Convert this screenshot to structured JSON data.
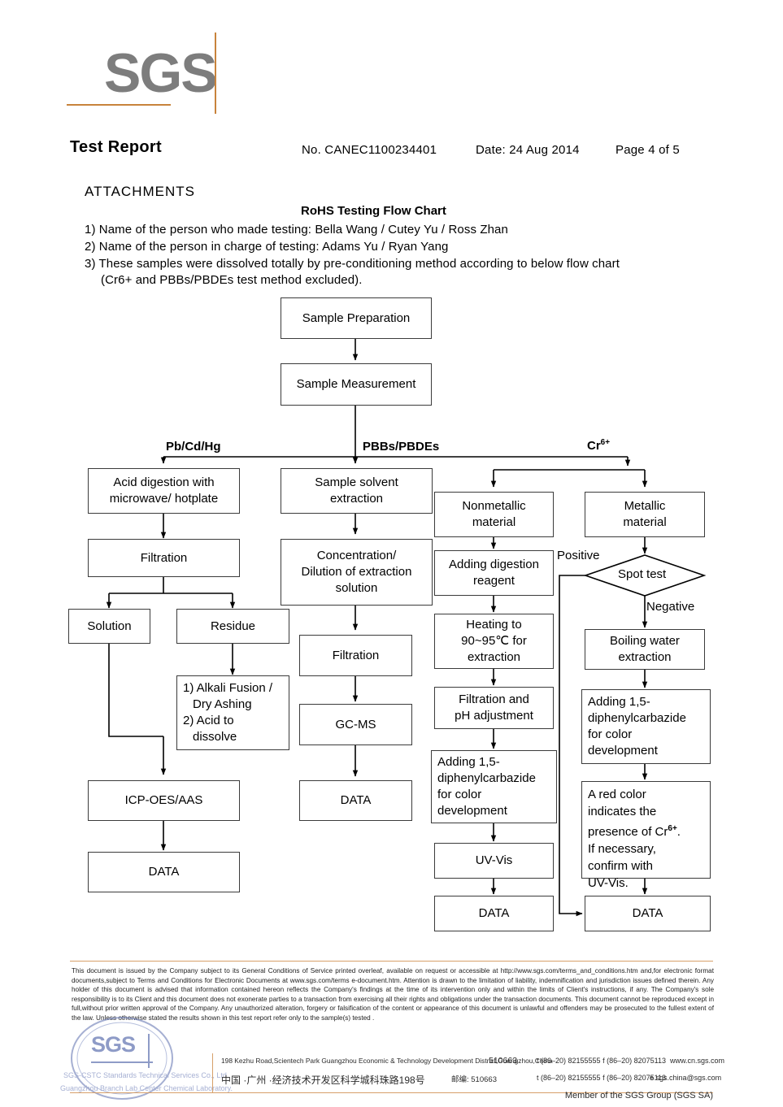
{
  "header": {
    "logo_text": "SGS",
    "title": "Test Report",
    "report_no": "No. CANEC1100234401",
    "date": "Date: 24  Aug  2014",
    "page": "Page 4 of 5"
  },
  "section": {
    "attachments_label": "ATTACHMENTS",
    "chart_title": "RoHS Testing Flow Chart",
    "notes": [
      "1) Name of the person who made testing: Bella Wang / Cutey Yu / Ross Zhan",
      "2) Name of the person in charge of testing: Adams Yu / Ryan Yang",
      "3) These samples were dissolved totally by pre-conditioning method according to below flow chart",
      "(Cr6+ and PBBs/PBDEs test method excluded)."
    ]
  },
  "chart_data": {
    "type": "diagram",
    "title": "RoHS Testing Flow Chart",
    "nodes": [
      {
        "id": "sample_preparation",
        "label": "Sample Preparation",
        "shape": "rect"
      },
      {
        "id": "sample_measurement",
        "label": "Sample Measurement",
        "shape": "rect"
      },
      {
        "id": "acid_digestion",
        "label": "Acid digestion with microwave/ hotplate",
        "shape": "rect"
      },
      {
        "id": "filtration_left",
        "label": "Filtration",
        "shape": "rect"
      },
      {
        "id": "solution",
        "label": "Solution",
        "shape": "rect"
      },
      {
        "id": "residue",
        "label": "Residue",
        "shape": "rect"
      },
      {
        "id": "alkali_fusion",
        "label": "1) Alkali Fusion / Dry Ashing 2) Acid to dissolve",
        "shape": "rect"
      },
      {
        "id": "icp_oes_aas",
        "label": "ICP-OES/AAS",
        "shape": "rect"
      },
      {
        "id": "data_left",
        "label": "DATA",
        "shape": "rect"
      },
      {
        "id": "solvent_extraction",
        "label": "Sample solvent extraction",
        "shape": "rect"
      },
      {
        "id": "concentration",
        "label": "Concentration/ Dilution of extraction solution",
        "shape": "rect"
      },
      {
        "id": "filtration_mid",
        "label": "Filtration",
        "shape": "rect"
      },
      {
        "id": "gc_ms",
        "label": "GC-MS",
        "shape": "rect"
      },
      {
        "id": "data_mid",
        "label": "DATA",
        "shape": "rect"
      },
      {
        "id": "nonmetallic",
        "label": "Nonmetallic material",
        "shape": "rect"
      },
      {
        "id": "digestion_reagent",
        "label": "Adding digestion reagent",
        "shape": "rect"
      },
      {
        "id": "heating",
        "label": "Heating to 90~95℃  for extraction",
        "shape": "rect"
      },
      {
        "id": "filtration_ph",
        "label": "Filtration and pH adjustment",
        "shape": "rect"
      },
      {
        "id": "dpc_nonmetal",
        "label": "Adding 1,5-diphenylcarbazide for color development",
        "shape": "rect"
      },
      {
        "id": "uv_vis",
        "label": "UV-Vis",
        "shape": "rect"
      },
      {
        "id": "data_nonmetal",
        "label": "DATA",
        "shape": "rect"
      },
      {
        "id": "metallic",
        "label": "Metallic material",
        "shape": "rect"
      },
      {
        "id": "spot_test",
        "label": "Spot test",
        "shape": "diamond"
      },
      {
        "id": "boiling_water",
        "label": "Boiling water extraction",
        "shape": "rect"
      },
      {
        "id": "dpc_metal",
        "label": "Adding 1,5-diphenylcarbazide for color development",
        "shape": "rect"
      },
      {
        "id": "red_color",
        "label": "A red color indicates the presence of Cr6+. If necessary, confirm with UV-Vis.",
        "shape": "rect"
      },
      {
        "id": "data_metal",
        "label": "DATA",
        "shape": "rect"
      }
    ],
    "branch_labels": [
      "Pb/Cd/Hg",
      "PBBs/PBDEs",
      "Cr6+"
    ],
    "edge_labels": [
      "Positive",
      "Negative"
    ],
    "edges": [
      "sample_preparation -> sample_measurement",
      "sample_measurement -> acid_digestion [Pb/Cd/Hg]",
      "sample_measurement -> solvent_extraction [PBBs/PBDEs]",
      "sample_measurement -> nonmetallic [Cr6+]",
      "sample_measurement -> metallic [Cr6+]",
      "acid_digestion -> filtration_left",
      "filtration_left -> solution",
      "filtration_left -> residue",
      "residue -> alkali_fusion",
      "solution -> icp_oes_aas",
      "alkali_fusion -> icp_oes_aas",
      "icp_oes_aas -> data_left",
      "solvent_extraction -> concentration",
      "concentration -> filtration_mid",
      "filtration_mid -> gc_ms",
      "gc_ms -> data_mid",
      "nonmetallic -> digestion_reagent",
      "digestion_reagent -> heating",
      "heating -> filtration_ph",
      "filtration_ph -> dpc_nonmetal",
      "dpc_nonmetal -> uv_vis",
      "uv_vis -> data_nonmetal",
      "metallic -> spot_test",
      "spot_test -> data_metal [Positive]",
      "spot_test -> boiling_water [Negative]",
      "boiling_water -> dpc_metal",
      "dpc_metal -> red_color",
      "red_color -> data_metal"
    ]
  },
  "boxes": {
    "sample_preparation": "Sample Preparation",
    "sample_measurement": "Sample Measurement",
    "acid_digestion_l1": "Acid digestion with",
    "acid_digestion_l2": "microwave/ hotplate",
    "filtration_left": "Filtration",
    "solution": "Solution",
    "residue": "Residue",
    "alkali_l1": "1) Alkali Fusion /",
    "alkali_l2": "Dry Ashing",
    "alkali_l3": "2) Acid to",
    "alkali_l4": "dissolve",
    "icp_oes_aas": "ICP-OES/AAS",
    "data_left": "DATA",
    "solvent_l1": "Sample solvent",
    "solvent_l2": "extraction",
    "concentration_l1": "Concentration/",
    "concentration_l2": "Dilution of extraction",
    "concentration_l3": "solution",
    "filtration_mid": "Filtration",
    "gc_ms": "GC-MS",
    "data_mid": "DATA",
    "nonmetallic_l1": "Nonmetallic",
    "nonmetallic_l2": "material",
    "digestion_l1": "Adding digestion",
    "digestion_l2": "reagent",
    "heating_l1": "Heating to",
    "heating_l2": "90~95℃  for",
    "heating_l3": "extraction",
    "filtration_ph_l1": "Filtration and",
    "filtration_ph_l2": "pH adjustment",
    "dpc_l1": "Adding 1,5-",
    "dpc_l2": "diphenylcarbazide",
    "dpc_l3": "for color",
    "dpc_l4": "development",
    "uv_vis": "UV-Vis",
    "data_nonmetal": "DATA",
    "metallic_l1": "Metallic",
    "metallic_l2": "material",
    "spot_test": "Spot test",
    "boiling_l1": "Boiling water",
    "boiling_l2": "extraction",
    "red_l1": "A red color",
    "red_l2": "indicates the",
    "red_l3a": "presence of Cr",
    "red_l3b": "6+",
    "red_l3c": ".",
    "red_l4": "If necessary,",
    "red_l5": "confirm with",
    "red_l6": "UV-Vis.",
    "data_metal": "DATA"
  },
  "labels": {
    "pb_cd_hg": "Pb/Cd/Hg",
    "pbbs_pbdes": "PBBs/PBDEs",
    "cr_base": "Cr",
    "cr_sup": "6+",
    "positive": "Positive",
    "negative": "Negative"
  },
  "footer": {
    "legal": "This document is issued by the Company subject to its General Conditions of Service printed overleaf, available on request or accessible at http://www.sgs.com/terms_and_conditions.htm and,for electronic format documents,subject to Terms and Conditions for Electronic Documents at www.sgs.com/terms e-document.htm. Attention is drawn to the limitation of liability, indemnification and jurisdiction issues defined therein. Any holder of this document is advised that information contained hereon reflects the Company's findings  at the time of its intervention only and within the limits of Client's  instructions,  if any.  The Company's  sole responsibility  is to its Client and this document does not exonerate parties to a transaction from exercising all their rights and obligations under the transaction documents. This document cannot be reproduced except in full,without prior written approval of the Company. Any unauthorized alteration, forgery or falsification of the content or appearance of this document is unlawful and offenders may be prosecuted to the fullest extent of the law. Unless otherwise stated the results shown in this test report refer only to the sample(s) tested .",
    "stamp_sgs": "SGS",
    "stamp_line1": "SGS-CSTC Standards Technical Services Co., Ltd.",
    "stamp_line2": "Guangzhou Branch Lab Center Chemical Laboratory.",
    "address_en": "198 Kezhu Road,Scientech Park Guangzhou Economic & Technology Development District,Guangzhou,China",
    "address_cn": "中国 ·广州 ·经济技术开发区科学城科珠路198号",
    "zip_en": "510663",
    "zip_cn": "邮编: 510663",
    "tel_line1": "t (86–20) 82155555   f (86–20) 82075113",
    "tel_line2": "t (86–20) 82155555   f (86–20) 82075113",
    "website": "www.cn.sgs.com",
    "email": "e  sgs.china@sgs.com",
    "member": "Member of the SGS Group (SGS SA)"
  }
}
